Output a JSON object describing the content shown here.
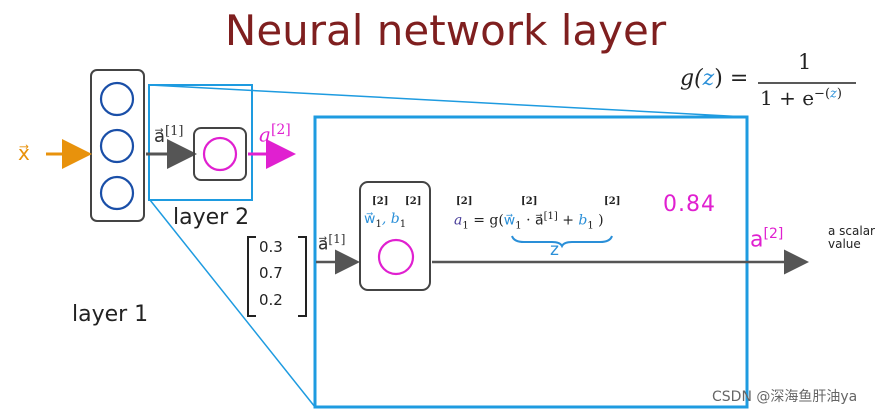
{
  "title": "Neural network layer",
  "sigmoid": {
    "lhs": "g(",
    "z": "z",
    "rhs": ") =",
    "numerator": "1",
    "denominator_prefix": "1 + e",
    "exponent_prefix": "−(",
    "exponent_z": "z",
    "exponent_suffix": ")"
  },
  "input": {
    "label": "x⃗"
  },
  "left_network": {
    "layer1_label": "layer 1",
    "layer2_label": "layer 2",
    "a1_label": "a⃗",
    "a1_sup": "[1]",
    "a2_label": "a",
    "a2_sup": "[2]"
  },
  "zoom": {
    "input_label": "a⃗",
    "input_sup": "[1]",
    "vector": [
      "0.3",
      "0.7",
      "0.2"
    ],
    "params_w": "w⃗",
    "params_w_sub": "1",
    "params_b": ", b",
    "params_b_sub": "1",
    "params_sup1": "[2]",
    "params_sup2": "[2]",
    "eq_a": "a",
    "eq_a_sub": "1",
    "eq_a_sup": "[2]",
    "eq_g": "= g(",
    "eq_w": "w⃗",
    "eq_w_sub": "1",
    "eq_w_sup": "[2]",
    "eq_dot": "· a⃗",
    "eq_a1_sup": "[1]",
    "eq_plus": "+",
    "eq_b": "b",
    "eq_b_sub": "1",
    "eq_b_sup": "[2]",
    "eq_close": ")",
    "z_label": "z",
    "value": "0.84",
    "output_label": "a",
    "output_sup": "[2]",
    "scalar_note_line1": "a scalar",
    "scalar_note_line2": "value"
  },
  "watermark": "CSDN @深海鱼肝油ya",
  "colors": {
    "title": "#7f1f1f",
    "blue_box": "#1e9be0",
    "neuron_blue": "#1a4fa8",
    "neuron_pink": "#e020d0",
    "orange": "#e8920c",
    "pink_text": "#e020d0",
    "blue_text": "#2a8fd8"
  }
}
